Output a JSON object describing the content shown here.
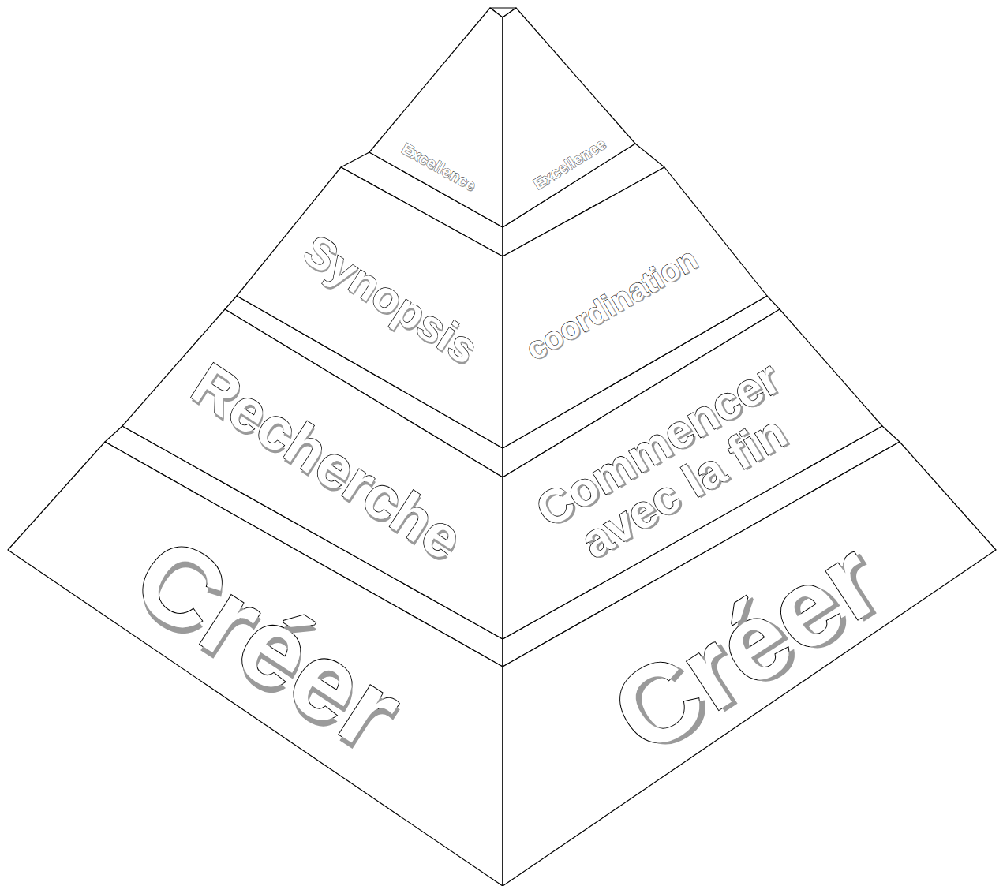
{
  "diagram": {
    "nodes": [
      {
        "text": [
          "Excellence"
        ]
      },
      {
        "text": [
          "Excellence"
        ]
      },
      {
        "text": [
          "Synopsis"
        ]
      },
      {
        "text": [
          "coordination"
        ]
      },
      {
        "text": [
          "Recherche"
        ]
      },
      {
        "text": [
          "Commencer avec la fin"
        ]
      },
      {
        "text": [
          "Créer"
        ]
      },
      {
        "text": [
          "Créer"
        ]
      }
    ]
  }
}
